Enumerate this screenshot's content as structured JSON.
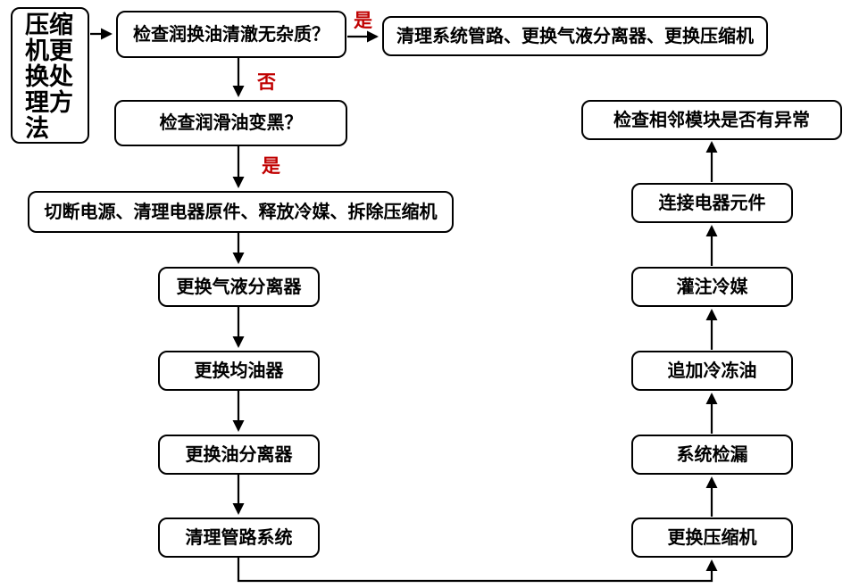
{
  "title": "压缩机更换处理方法",
  "edge_labels": {
    "yes_top": "是",
    "no_mid": "否",
    "yes_mid": "是"
  },
  "nodes": {
    "check_oil_clear": "检查润换油清澈无杂质？",
    "clean_system_replace": "清理系统管路、更换气液分离器、更换压缩机",
    "check_oil_black": "检查润滑油变黑？",
    "cut_power_remove": "切断电源、清理电器原件、释放冷媒、拆除压缩机",
    "replace_gas_liquid_separator": "更换气液分离器",
    "replace_oil_equalizer": "更换均油器",
    "replace_oil_separator": "更换油分离器",
    "clean_pipe_system": "清理管路系统",
    "replace_compressor": "更换压缩机",
    "system_leak_check": "系统检漏",
    "add_refrigeration_oil": "追加冷冻油",
    "fill_refrigerant": "灌注冷媒",
    "connect_electrical": "连接电器元件",
    "check_adjacent_modules": "检查相邻模块是否有异常"
  },
  "colors": {
    "border": "#000000",
    "label_red": "#c00000",
    "background": "#ffffff"
  }
}
